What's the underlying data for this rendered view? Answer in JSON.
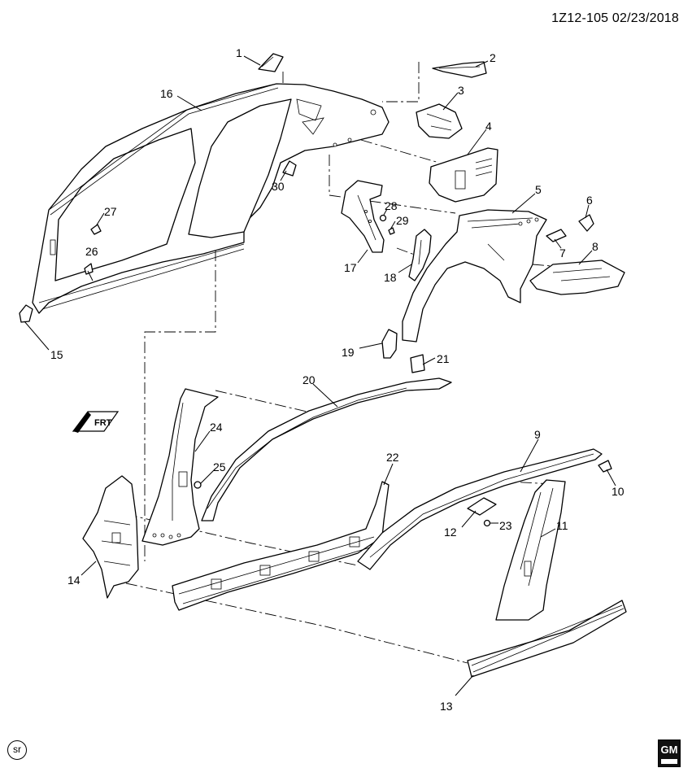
{
  "header": {
    "diagram_code": "1Z12-105 02/23/2018"
  },
  "front_indicator": {
    "text": "FRT"
  },
  "footer": {
    "badge_text": "sr",
    "logo_text": "GM"
  },
  "callouts": [
    {
      "id": "c1",
      "text": "1"
    },
    {
      "id": "c2",
      "text": "2"
    },
    {
      "id": "c3",
      "text": "3"
    },
    {
      "id": "c4",
      "text": "4"
    },
    {
      "id": "c5",
      "text": "5"
    },
    {
      "id": "c6",
      "text": "6"
    },
    {
      "id": "c7",
      "text": "7"
    },
    {
      "id": "c8",
      "text": "8"
    },
    {
      "id": "c9",
      "text": "9"
    },
    {
      "id": "c10",
      "text": "10"
    },
    {
      "id": "c11",
      "text": "11"
    },
    {
      "id": "c12",
      "text": "12"
    },
    {
      "id": "c13",
      "text": "13"
    },
    {
      "id": "c14",
      "text": "14"
    },
    {
      "id": "c15",
      "text": "15"
    },
    {
      "id": "c16",
      "text": "16"
    },
    {
      "id": "c17",
      "text": "17"
    },
    {
      "id": "c18",
      "text": "18"
    },
    {
      "id": "c19",
      "text": "19"
    },
    {
      "id": "c20",
      "text": "20"
    },
    {
      "id": "c21",
      "text": "21"
    },
    {
      "id": "c22",
      "text": "22"
    },
    {
      "id": "c23",
      "text": "23"
    },
    {
      "id": "c24",
      "text": "24"
    },
    {
      "id": "c25",
      "text": "25"
    },
    {
      "id": "c26",
      "text": "26"
    },
    {
      "id": "c27",
      "text": "27"
    },
    {
      "id": "c28",
      "text": "28"
    },
    {
      "id": "c29",
      "text": "29"
    },
    {
      "id": "c30",
      "text": "30"
    }
  ]
}
